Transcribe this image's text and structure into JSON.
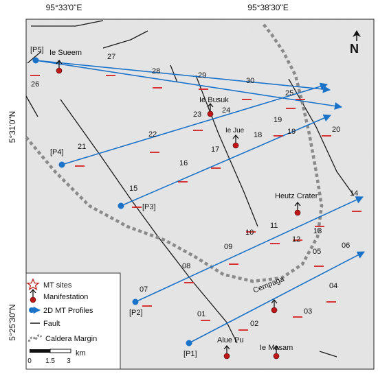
{
  "coords": {
    "top_left": "95°33'0\"E",
    "top_right": "95°38'30\"E",
    "left_upper": "5°31'0\"N",
    "left_lower": "5°25'30\"N"
  },
  "north_label": "N",
  "places": [
    "Ie Sueem",
    "Ie Busuk",
    "Ie Jue",
    "Heutz Crater",
    "Cempaga",
    "Alue Pu",
    "Ie Masam"
  ],
  "profiles": [
    "[P1]",
    "[P2]",
    "[P3]",
    "[P4]",
    "[P5]"
  ],
  "sites": [
    "01",
    "02",
    "03",
    "04",
    "05",
    "06",
    "07",
    "08",
    "09",
    "10",
    "11",
    "12",
    "13",
    "14",
    "15",
    "16",
    "17",
    "18",
    "19",
    "19",
    "20",
    "21",
    "22",
    "23",
    "24",
    "25",
    "26",
    "27",
    "28",
    "29",
    "30"
  ],
  "legend": {
    "mt_sites": "MT sites",
    "manifestation": "Manifestation",
    "profiles": "2D MT Profiles",
    "fault": "Fault",
    "caldera": "Caldera Margin"
  },
  "scale": {
    "ticks": [
      "0",
      "1.5",
      "3"
    ],
    "unit": "km"
  },
  "colors": {
    "profile": "#1a73c9",
    "site": "#d42020",
    "manifestation": "#c01818",
    "caldera": "#8a8a8a",
    "fault": "#1a1a1a"
  }
}
